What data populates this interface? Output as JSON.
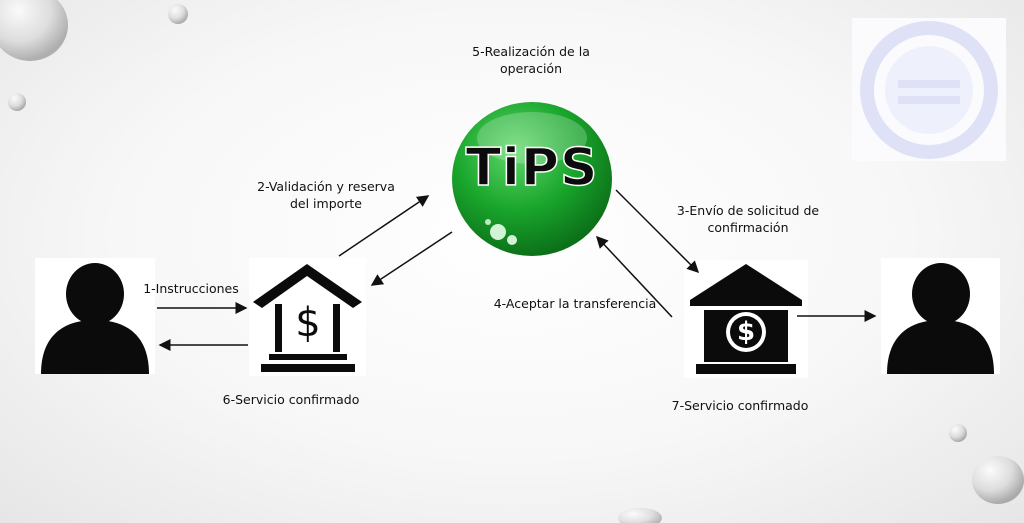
{
  "tips_logo": {
    "text": "TiPS"
  },
  "steps": {
    "s1": "1-Instrucciones",
    "s2_line1": "2-Validación y reserva",
    "s2_line2": "del importe",
    "s3_line1": "3-Envío de solicitud de",
    "s3_line2": "confirmación",
    "s4": "4-Aceptar la transferencia",
    "s5_line1": "5-Realización de la",
    "s5_line2": "operación",
    "s6": "6-Servicio confirmado",
    "s7": "7-Servicio confirmado"
  },
  "bank_left": {
    "symbol": "$"
  },
  "bank_right": {
    "symbol": "$"
  },
  "colors": {
    "tips_green": "#18a52b",
    "icon_black": "#0b0b0b",
    "bg": "#f4f4f4"
  }
}
